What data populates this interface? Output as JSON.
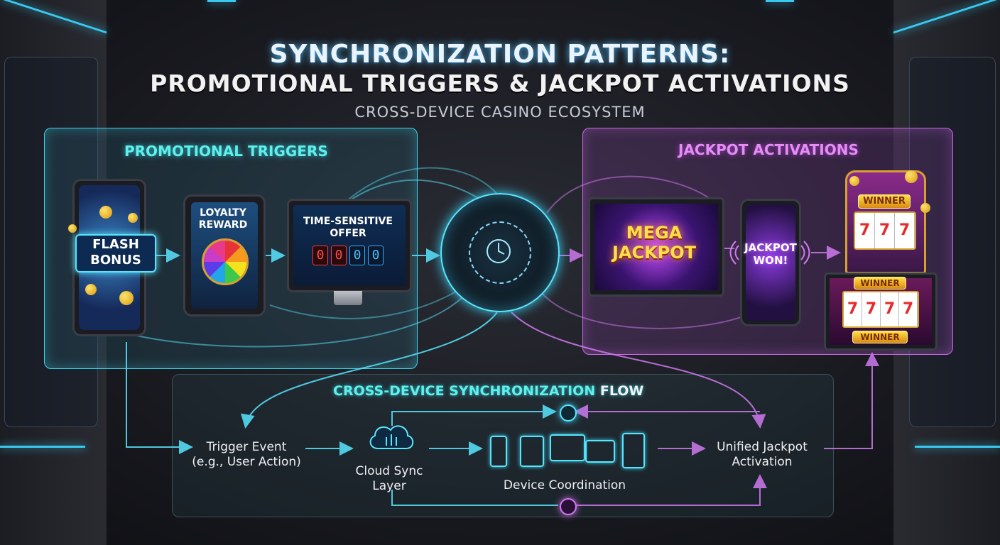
{
  "header": {
    "title_line1": "SYNCHRONIZATION PATTERNS:",
    "title_line2": "PROMOTIONAL TRIGGERS & JACKPOT ACTIVATIONS",
    "subtitle": "CROSS-DEVICE CASINO ECOSYSTEM"
  },
  "promo": {
    "title": "PROMOTIONAL TRIGGERS",
    "flash_bonus_line1": "FLASH",
    "flash_bonus_line2": "BONUS",
    "loyalty_line1": "LOYALTY",
    "loyalty_line2": "REWARD",
    "offer_line1": "TIME-SENSITIVE",
    "offer_line2": "OFFER",
    "timer_digits": [
      "0",
      "0",
      "0",
      "0"
    ]
  },
  "jackpot": {
    "title": "JACKPOT ACTIVATIONS",
    "mega_line1": "MEGA",
    "mega_line2": "JACKPOT",
    "won_line1": "JACKPOT",
    "won_line2": "WON!",
    "winner_label": "WINNER",
    "slot_reels": [
      "7",
      "7",
      "7"
    ],
    "tablet_reels": [
      "7",
      "7",
      "7",
      "7"
    ]
  },
  "flow": {
    "title_colored": "CROSS-DEVICE SYNCHRONIZATION",
    "title_plain": "FLOW",
    "trigger_line1": "Trigger Event",
    "trigger_line2": "(e.g., User Action)",
    "cloud_line1": "Cloud Sync",
    "cloud_line2": "Layer",
    "coordination": "Device Coordination",
    "unified_line1": "Unified Jackpot",
    "unified_line2": "Activation"
  },
  "colors": {
    "cyan": "#58e6ff",
    "magenta": "#d07af0",
    "background": "#15161b"
  },
  "icons": [
    "cloud-icon",
    "phone-icon",
    "tablet-icon",
    "monitor-icon",
    "slot-machine-icon"
  ]
}
